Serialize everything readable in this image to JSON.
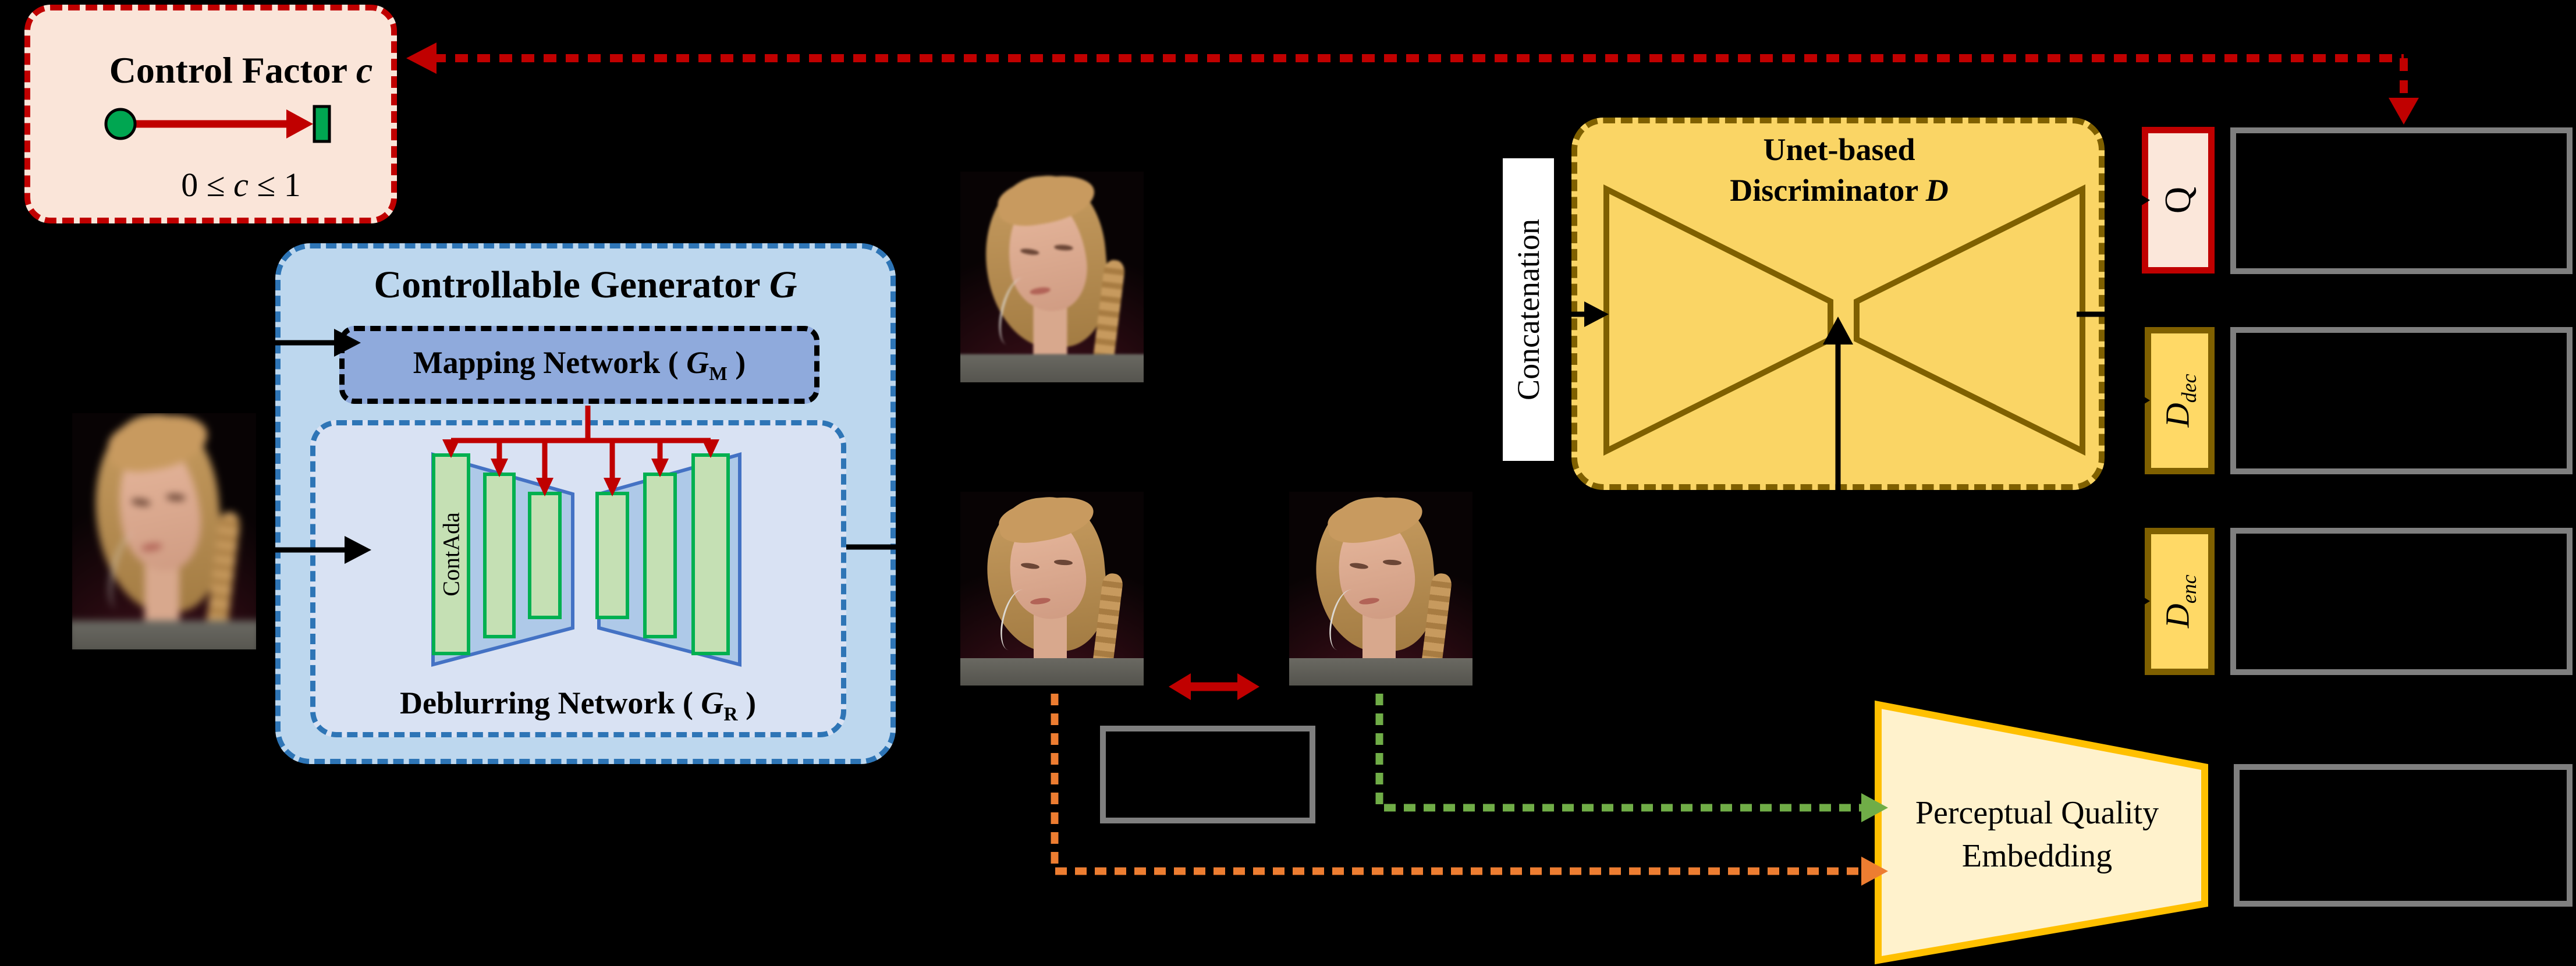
{
  "colors": {
    "red": "#C00000",
    "peach": "#FAE5D9",
    "blue_border": "#2E75B6",
    "gen_fill": "#BDD7EE",
    "inner_fill": "#D9E2F3",
    "mapping_fill": "#8FAADC",
    "bar_fill": "#C5E0B4",
    "bar_border": "#00B050",
    "trap_fill": "#AEC9E8",
    "trap_border": "#4472C4",
    "disc_fill": "#FAD565",
    "disc_border": "#7F6000",
    "q_fill": "#FBE7DA",
    "ddec_fill": "#FFD966",
    "label_border": "#7F6000",
    "gray": "#7F7F7F",
    "pqe_fill": "#FFF2CC",
    "pqe_border": "#FFC000",
    "green": "#70AD47",
    "orange": "#ED7D31",
    "slider_green": "#00A651"
  },
  "control_factor": {
    "title_pre": "Control Factor ",
    "title_var": "c",
    "range_pre": "0 ≤ ",
    "range_var": "c",
    "range_post": " ≤ 1"
  },
  "generator": {
    "title_pre": "Controllable Generator ",
    "title_var": "G",
    "mapping": {
      "pre": "Mapping Network ( ",
      "var": "G",
      "sub": "M",
      "post": " )"
    },
    "deblurring": {
      "pre": "Deblurring Network ( ",
      "var": "G",
      "sub": "R",
      "post": " )"
    },
    "contada": "ContAda"
  },
  "discriminator": {
    "title_line1": "Unet-based",
    "title_line2_pre": "Discriminator ",
    "title_line2_var": "D",
    "concatenation": "Concatenation"
  },
  "outputs": {
    "q": "Q",
    "d_dec": {
      "var": "D",
      "sub": "dec"
    },
    "d_enc": {
      "var": "D",
      "sub": "enc"
    }
  },
  "pqe": {
    "line1": "Perceptual Quality",
    "line2": "Embedding"
  }
}
